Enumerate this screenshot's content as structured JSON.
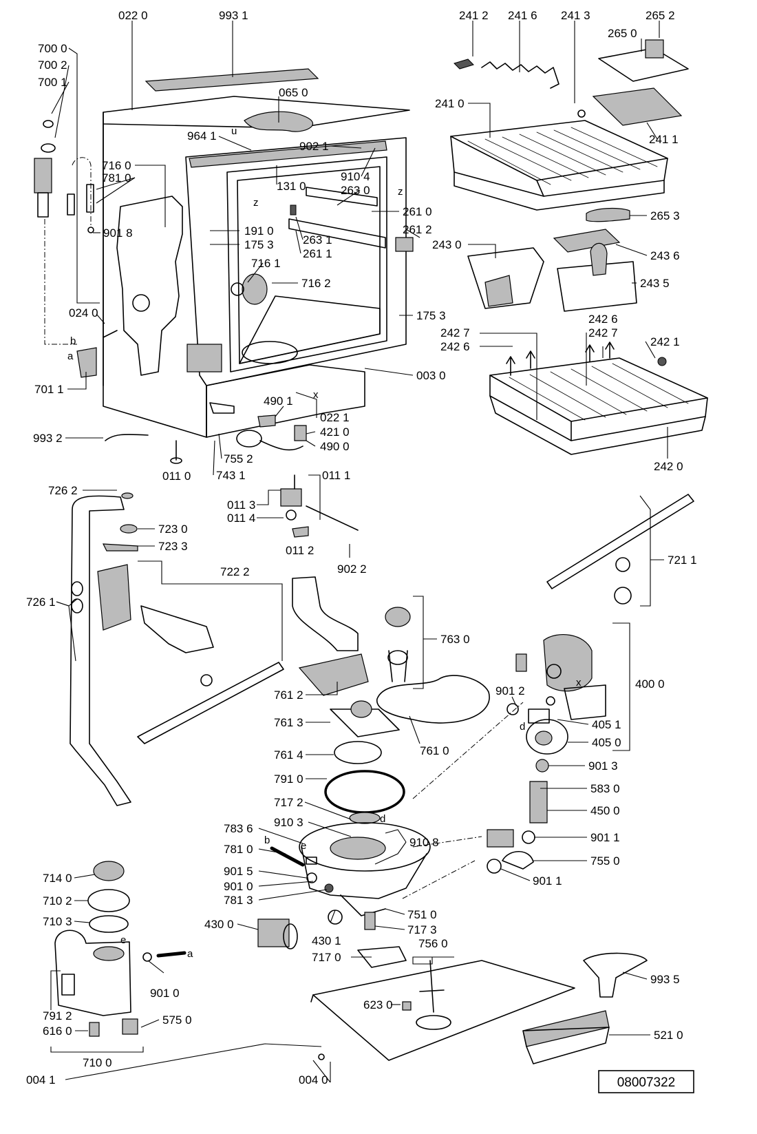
{
  "labels": [
    "022 0",
    "993 1",
    "700 0",
    "700 2",
    "700 1",
    "065 0",
    "964 1",
    "902 1",
    "910 4",
    "263 0",
    "716 0",
    "781 0",
    "131 0",
    "901 8",
    "191 0",
    "175 3",
    "716 1",
    "716 2",
    "261 0",
    "261 2",
    "263 1",
    "261 1",
    "024 0",
    "175 3",
    "003 0",
    "701 1",
    "490 1",
    "022 1",
    "421 0",
    "490 0",
    "993 2",
    "755 2",
    "011 0",
    "743 1",
    "241 2",
    "241 6",
    "241 3",
    "265 2",
    "265 0",
    "241 0",
    "241 1",
    "265 3",
    "243 0",
    "243 6",
    "243 5",
    "242 6",
    "242 7",
    "242 7",
    "242 6",
    "242 1",
    "242 0",
    "726 2",
    "723 0",
    "723 3",
    "011 1",
    "011 3",
    "011 4",
    "011 2",
    "902 2",
    "722 2",
    "726 1",
    "721 1",
    "763 0",
    "400 0",
    "761 2",
    "901 2",
    "761 3",
    "405 1",
    "405 0",
    "761 4",
    "761 0",
    "901 3",
    "791 0",
    "583 0",
    "717 2",
    "450 0",
    "910 3",
    "910 8",
    "783 6",
    "781 0",
    "901 1",
    "901 5",
    "755 0",
    "901 0",
    "901 1",
    "781 3",
    "751 0",
    "714 0",
    "710 2",
    "710 3",
    "430 0",
    "430 1",
    "717 3",
    "756 0",
    "717 0",
    "901 0",
    "993 5",
    "791 2",
    "623 0",
    "575 0",
    "616 0",
    "710 0",
    "521 0",
    "004 1",
    "004 0"
  ],
  "letters": [
    "z",
    "z",
    "x",
    "x",
    "b",
    "a",
    "b",
    "e",
    "d",
    "d",
    "e",
    "a",
    "u"
  ],
  "drawing_code": "08007322"
}
